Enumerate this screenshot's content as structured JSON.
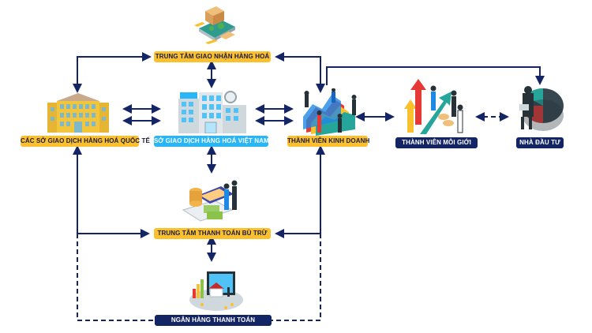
{
  "nodes": {
    "delivery_center": "TRUNG TÂM GIAO NHẬN HÀNG HOÁ",
    "intl_exchanges": "CÁC SỞ GIAO DỊCH HÀNG HOÁ QUỐC TẾ",
    "vn_exchange": "SỞ GIAO DỊCH HÀNG HOÁ VIỆT NAM",
    "trading_member": "THÀNH VIÊN KINH DOANH",
    "broker_member": "THÀNH VIÊN MÔI GIỚI",
    "investor": "NHÀ ĐẦU TƯ",
    "clearing_center": "TRUNG TÂM THANH TOÁN BÙ TRỪ",
    "payment_bank": "NGÂN HÀNG THANH TOÁN"
  },
  "colors": {
    "line": "#142565",
    "yellow_label": "#fbc02d",
    "blue_label": "#29b6f6",
    "navy_label": "#142565"
  }
}
